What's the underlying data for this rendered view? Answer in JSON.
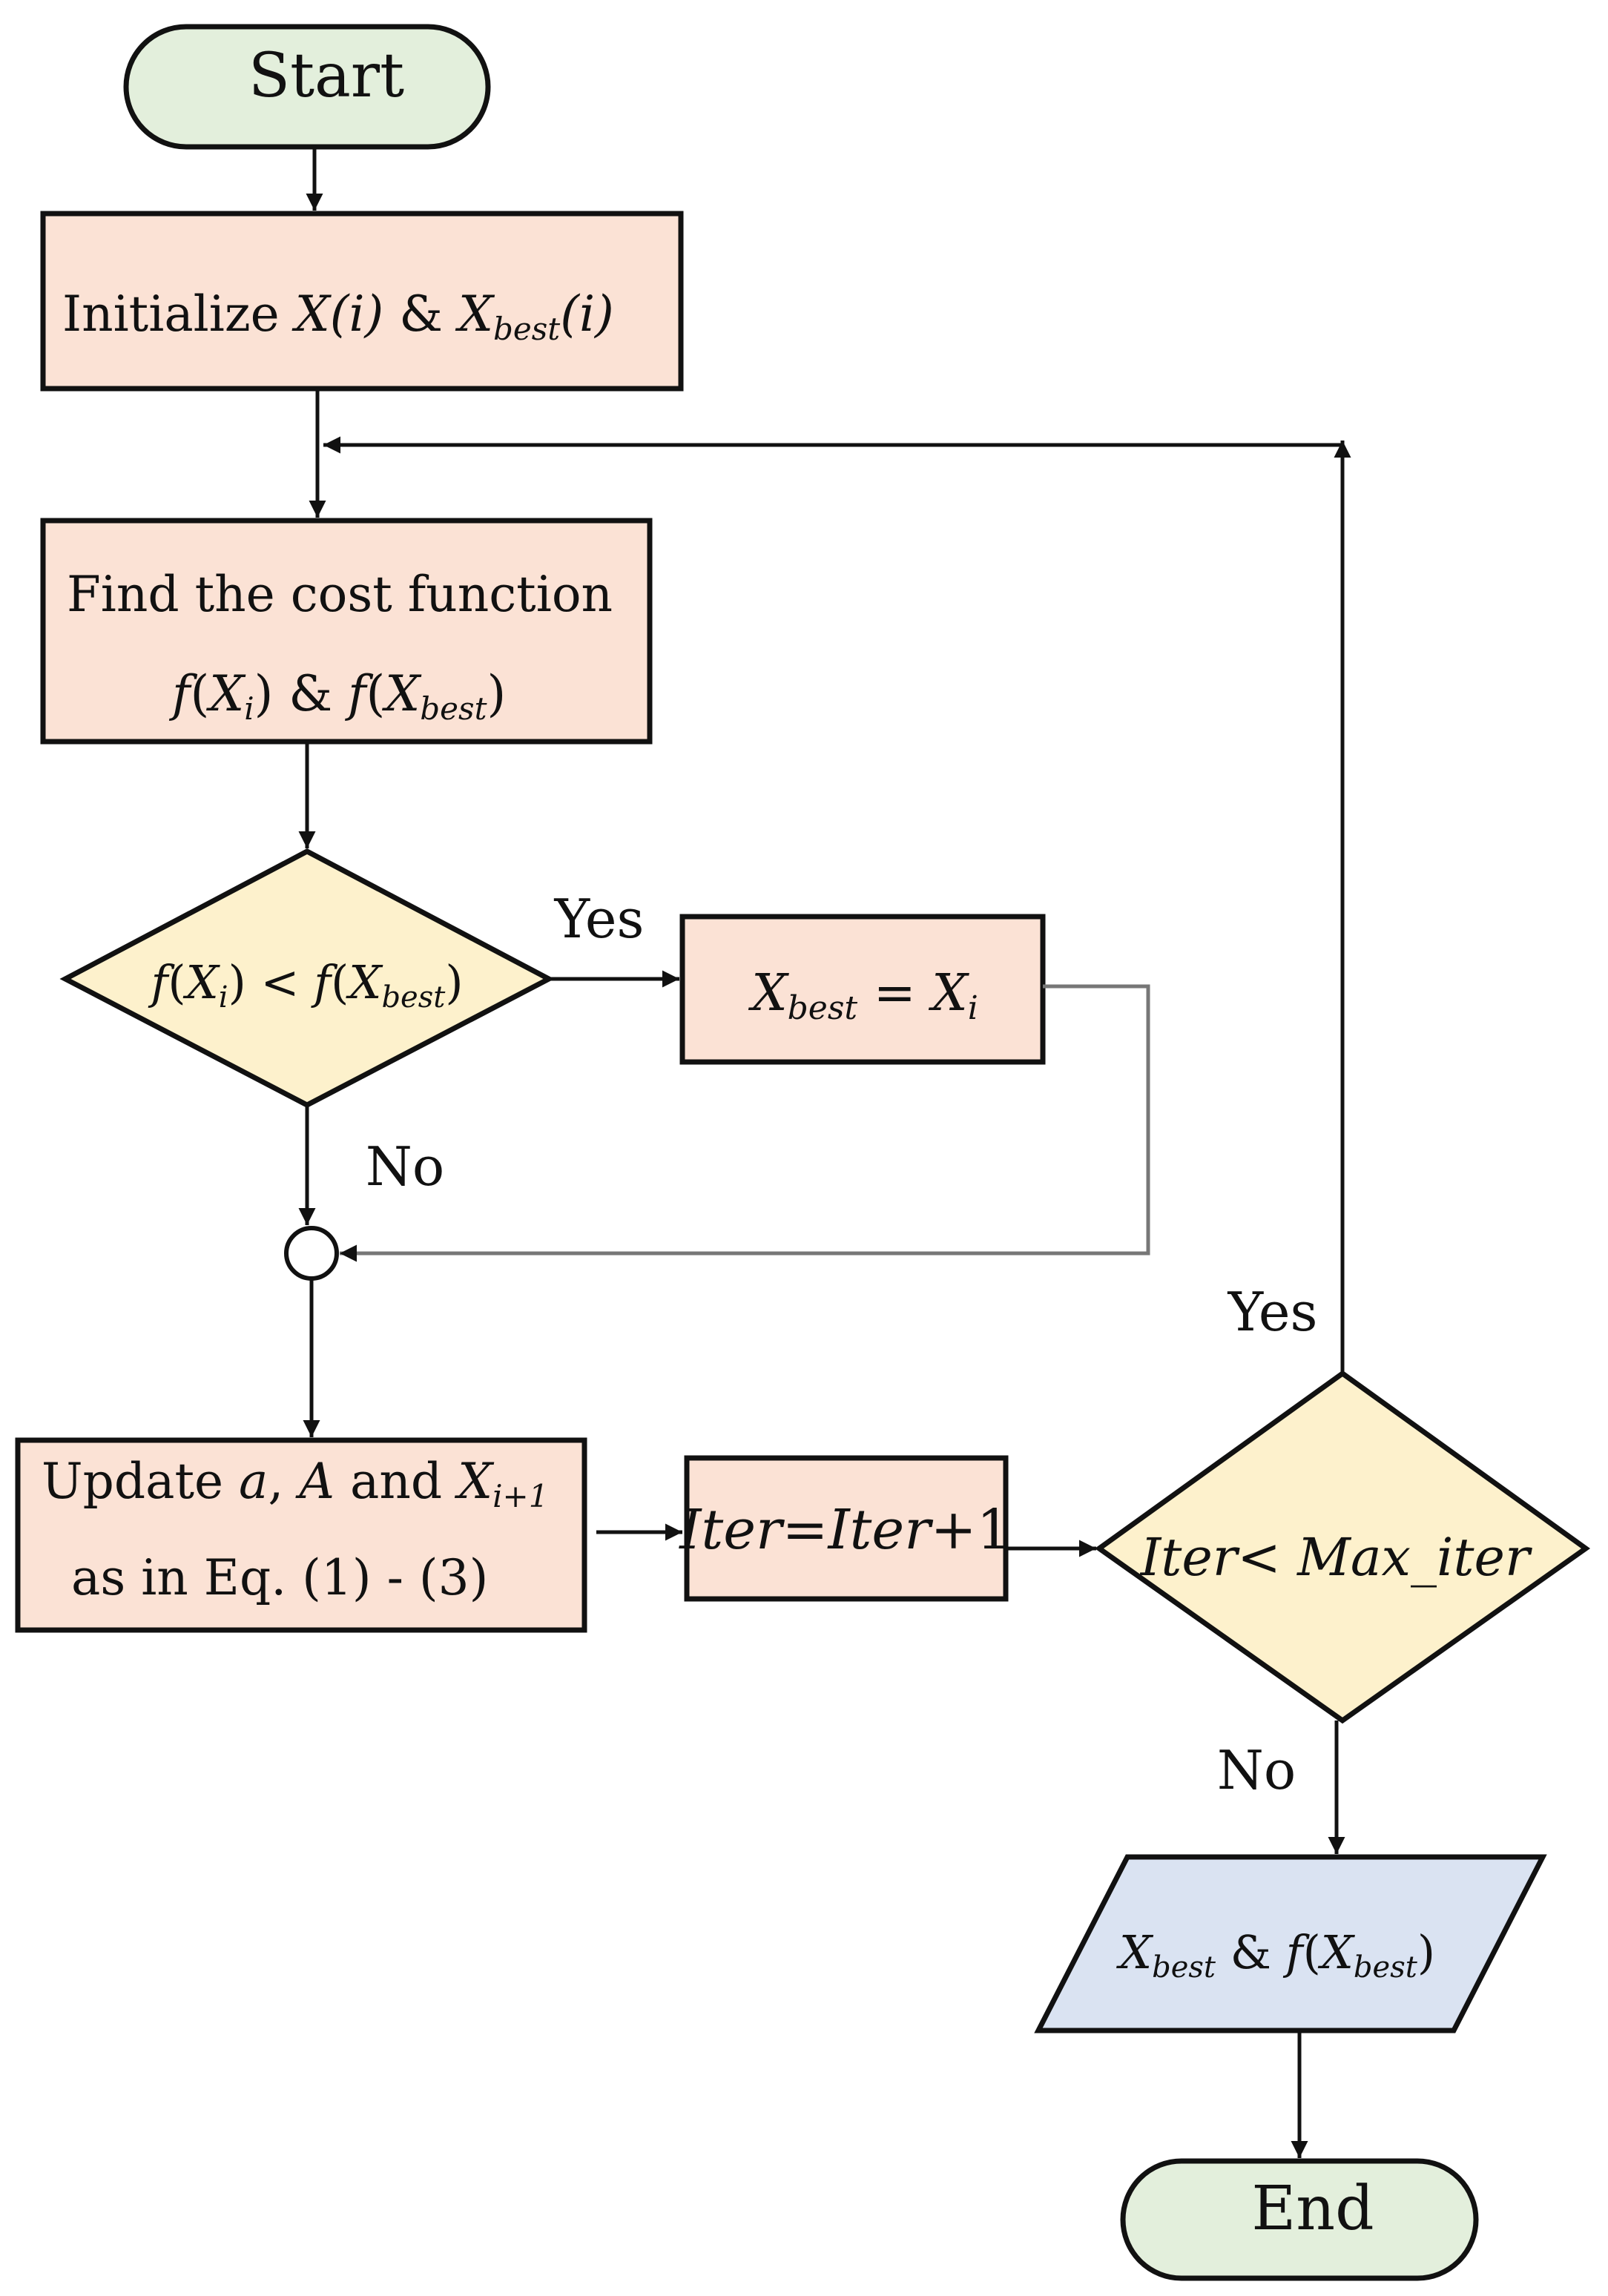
{
  "colors": {
    "terminal_fill": "#e3efdc",
    "process_fill": "#fbe2d5",
    "decision_fill": "#fdf1cc",
    "output_fill": "#dae3f2",
    "stroke": "#111111",
    "connector_gray": "#777777"
  },
  "nodes": {
    "start": {
      "label": "Start"
    },
    "end": {
      "label": "End"
    },
    "init": {
      "prefix": "Initialize ",
      "x_i": "X(i)",
      "amp": " & ",
      "x": "X",
      "best_sub": "best",
      "paren": "(i)"
    },
    "cost": {
      "line1": "Find the cost function",
      "f": "f",
      "lp": "(",
      "x": "X",
      "i_sub": "i",
      "rp": ")",
      "amp": " & ",
      "best_sub": "best"
    },
    "decision1": {
      "f": "f",
      "lp": "(",
      "x": "X",
      "i_sub": "i",
      "rp": ")",
      "lt": " < ",
      "best_sub": "best"
    },
    "assign": {
      "x": "X",
      "best_sub": "best",
      "eq": " = ",
      "i_sub": "i"
    },
    "update": {
      "prefix": "Update ",
      "a": "a",
      "comma": ", ",
      "A": "A",
      "and": " and ",
      "x": "X",
      "sub": "i+1",
      "line2": "as in Eq. (1) - (3)"
    },
    "increment": {
      "iter": "Iter",
      "eq": "=",
      "one": "+1"
    },
    "decision2": {
      "iter": "Iter",
      "lt": "< ",
      "max": "Max_iter"
    },
    "output": {
      "x": "X",
      "best_sub": "best",
      "amp": " & ",
      "f": "f",
      "lp": "(",
      "rp": ")"
    }
  },
  "edge_labels": {
    "d1_yes": "Yes",
    "d1_no": "No",
    "d2_yes": "Yes",
    "d2_no": "No"
  }
}
